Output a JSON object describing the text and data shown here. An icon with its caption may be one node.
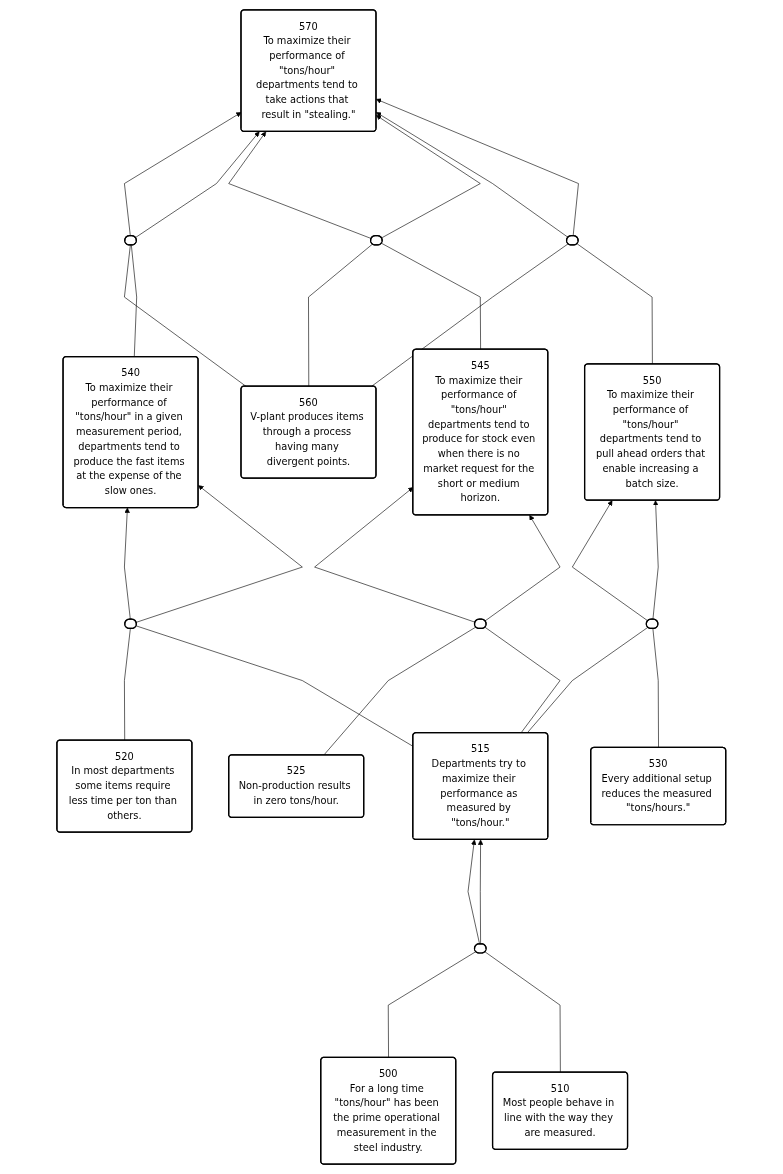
{
  "diagram": {
    "nodes": [
      {
        "text": [
          "570",
          "To maximize their performance of \"tons/hour\" departments tend to take actions that result in \"stealing.\""
        ]
      },
      {
        "text": [],
        "shape": "ellipse"
      },
      {
        "text": [],
        "shape": "ellipse"
      },
      {
        "text": [],
        "shape": "ellipse"
      },
      {
        "text": [
          "560",
          "V-plant produces items through a process having many divergent points."
        ]
      },
      {
        "text": [
          "540",
          "To maximize their performance of \"tons/hour\" in a given measurement period, departments tend to produce the fast items at the expense of the slow ones."
        ]
      },
      {
        "text": [
          "545",
          "To maximize their performance of \"tons/hour\" departments tend to produce for stock even when there is no market request for the short or medium horizon."
        ]
      },
      {
        "text": [
          "550",
          "To maximize their performance of \"tons/hour\" departments tend to pull ahead orders that enable increasing a batch size."
        ]
      },
      {
        "text": [],
        "shape": "ellipse"
      },
      {
        "text": [],
        "shape": "ellipse"
      },
      {
        "text": [],
        "shape": "ellipse"
      },
      {
        "text": [
          "525",
          "Non-production results in zero tons/hour."
        ]
      },
      {
        "text": [
          "520",
          "In most departments some items require less time per ton than others."
        ]
      },
      {
        "text": [
          "515",
          "Departments try to maximize their performance as measured by \"tons/hour.\""
        ]
      },
      {
        "text": [
          "530",
          "Every additional setup reduces the measured \"tons/hours.\""
        ]
      },
      {
        "text": [],
        "shape": "ellipse"
      },
      {
        "text": [
          "500",
          "For a long time \"tons/hour\" has been the prime operational measurement in the steel industry."
        ]
      },
      {
        "text": [
          "510",
          "Most people behave in line with the way they are measured."
        ]
      }
    ],
    "edges": [
      {
        "from": 1,
        "to": 0,
        "arrow": "to"
      },
      {
        "from": 1,
        "to": 0,
        "arrow": "to"
      },
      {
        "from": 2,
        "to": 0,
        "arrow": "to"
      },
      {
        "from": 2,
        "to": 0,
        "arrow": "to"
      },
      {
        "from": 3,
        "to": 0,
        "arrow": "to"
      },
      {
        "from": 3,
        "to": 0,
        "arrow": "to"
      },
      {
        "from": 4,
        "to": 1,
        "arrow": "none"
      },
      {
        "from": 4,
        "to": 2,
        "arrow": "none"
      },
      {
        "from": 4,
        "to": 3,
        "arrow": "none"
      },
      {
        "from": 5,
        "to": 1,
        "arrow": "none"
      },
      {
        "from": 6,
        "to": 2,
        "arrow": "none"
      },
      {
        "from": 7,
        "to": 3,
        "arrow": "none"
      },
      {
        "from": 8,
        "to": 5,
        "arrow": "to"
      },
      {
        "from": 8,
        "to": 5,
        "arrow": "to"
      },
      {
        "from": 9,
        "to": 6,
        "arrow": "to"
      },
      {
        "from": 9,
        "to": 6,
        "arrow": "to"
      },
      {
        "from": 10,
        "to": 7,
        "arrow": "to"
      },
      {
        "from": 10,
        "to": 7,
        "arrow": "to"
      },
      {
        "from": 12,
        "to": 8,
        "arrow": "none"
      },
      {
        "from": 13,
        "to": 8,
        "arrow": "none"
      },
      {
        "from": 11,
        "to": 9,
        "arrow": "none"
      },
      {
        "from": 13,
        "to": 9,
        "arrow": "none"
      },
      {
        "from": 13,
        "to": 10,
        "arrow": "none"
      },
      {
        "from": 14,
        "to": 10,
        "arrow": "none"
      },
      {
        "from": 15,
        "to": 13,
        "arrow": "to"
      },
      {
        "from": 15,
        "to": 13,
        "arrow": "to"
      },
      {
        "from": 16,
        "to": 15,
        "arrow": "none"
      },
      {
        "from": 17,
        "to": 15,
        "arrow": "none"
      }
    ]
  }
}
